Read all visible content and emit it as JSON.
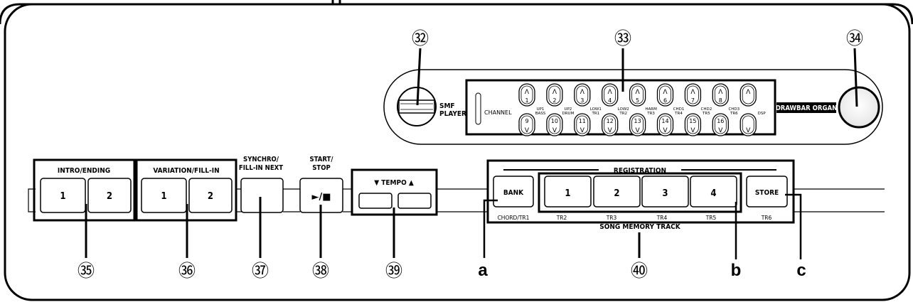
{
  "callouts": {
    "c32": "㉜",
    "c33": "㉝",
    "c34": "㉞",
    "c35": "㉟",
    "c36": "㊱",
    "c37": "㊲",
    "c38": "㊳",
    "c39": "㊴",
    "c40": "㊵",
    "a": "a",
    "b": "b",
    "c": "c"
  },
  "smf": {
    "line1": "SMF",
    "line2": "PLAYER"
  },
  "channel": {
    "label": "CHANNEL"
  },
  "channel_upper": [
    "1",
    "2",
    "3",
    "4",
    "5",
    "6",
    "7",
    "8",
    ""
  ],
  "channel_lower": [
    "9",
    "10",
    "11",
    "12",
    "13",
    "14",
    "15",
    "16",
    ""
  ],
  "channel_parts": [
    [
      "UP1",
      "BASS"
    ],
    [
      "UP2",
      "DRUM"
    ],
    [
      "LOW1",
      "TR1"
    ],
    [
      "LOW2",
      "TR2"
    ],
    [
      "HARM",
      "TR3"
    ],
    [
      "CHD1",
      "TR4"
    ],
    [
      "CHD2",
      "TR5"
    ],
    [
      "CHD3",
      "TR6"
    ],
    [
      "",
      "DSP"
    ]
  ],
  "drawbar": {
    "label": "DRAWBAR ORGAN"
  },
  "intro": {
    "title": "INTRO/ENDING",
    "btn1": "1",
    "btn2": "2"
  },
  "variation": {
    "title": "VARIATION/FILL-IN",
    "btn1": "1",
    "btn2": "2"
  },
  "synchro": {
    "line1": "SYNCHRO/",
    "line2": "FILL-IN NEXT"
  },
  "startstop": {
    "line1": "START/",
    "line2": "STOP",
    "symbol": "►/■"
  },
  "tempo": {
    "title": "▼ TEMPO ▲"
  },
  "registration": {
    "title": "REGISTRATION",
    "bank": "BANK",
    "store": "STORE",
    "buttons": [
      "1",
      "2",
      "3",
      "4"
    ],
    "bank_sub": "CHORD/TR1",
    "button_subs": [
      "TR2",
      "TR3",
      "TR4",
      "TR5"
    ],
    "store_sub": "TR6",
    "song_memory": "SONG MEMORY TRACK"
  }
}
